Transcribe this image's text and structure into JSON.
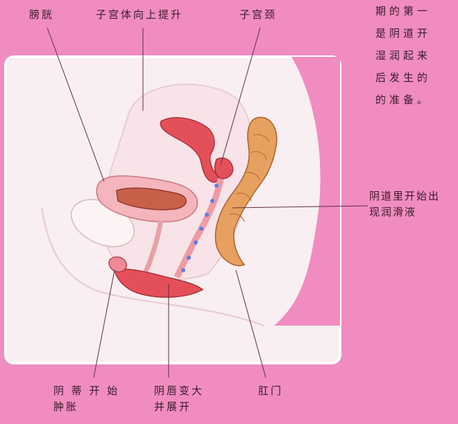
{
  "labels": {
    "bladder": "膀胱",
    "uterus_lift": "子宫体向上提升",
    "cervix": "子宫颈",
    "vaginal_lubrication": [
      "阴道里开始出",
      "现润滑液"
    ],
    "clitoris": [
      "阴 蒂 开 始",
      "肿胀"
    ],
    "labia": [
      "阴唇变大",
      "并展开"
    ],
    "anus": "肛门"
  },
  "side_text": [
    "期的第一",
    "是阴道开",
    "湿润起来",
    "后发生的",
    "的准备。"
  ],
  "colors": {
    "background": "#f08cc0",
    "panel": "#f9eef1",
    "panel_border": "#ffffff",
    "tissue": "#f6c7cf",
    "organ_red": "#e4505a",
    "bowel": "#e8a060"
  }
}
